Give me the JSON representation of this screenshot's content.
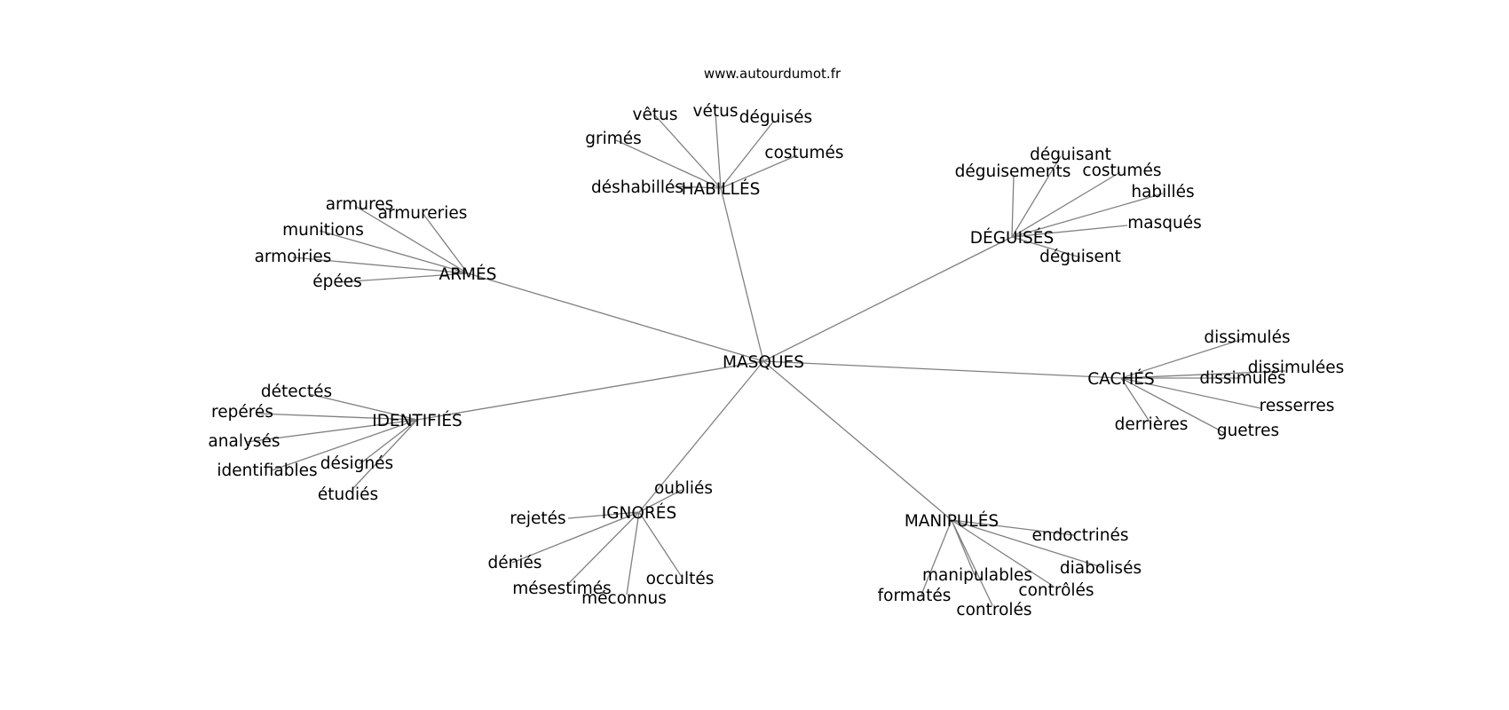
{
  "source": "www.autourdumot.fr",
  "root": "MASQUES",
  "colors": {
    "edge": "#808080",
    "text": "#000000",
    "background": "#ffffff"
  },
  "groups": [
    {
      "label": "HABILLÉS",
      "terms": [
        "vêtus",
        "vétus",
        "déguisés",
        "grimés",
        "costumés",
        "déshabillés"
      ]
    },
    {
      "label": "DÉGUISÉS",
      "terms": [
        "déguisant",
        "déguisements",
        "costumés",
        "habillés",
        "masqués",
        "déguisent"
      ]
    },
    {
      "label": "ARMÉS",
      "terms": [
        "armures",
        "armureries",
        "munitions",
        "armoiries",
        "épées"
      ]
    },
    {
      "label": "CACHÉS",
      "terms": [
        "dissimulés",
        "dissimulées",
        "dissimulés",
        "resserres",
        "derrières",
        "guetres"
      ]
    },
    {
      "label": "IDENTIFIÉS",
      "terms": [
        "détectés",
        "repérés",
        "analysés",
        "identifiables",
        "désignés",
        "étudiés"
      ]
    },
    {
      "label": "IGNORÉS",
      "terms": [
        "oubliés",
        "rejetés",
        "déniés",
        "mésestimés",
        "méconnus",
        "occultés"
      ]
    },
    {
      "label": "MANIPULÉS",
      "terms": [
        "endoctrinés",
        "diabolisés",
        "contrôlés",
        "controlés",
        "manipulables",
        "formatés"
      ]
    }
  ]
}
